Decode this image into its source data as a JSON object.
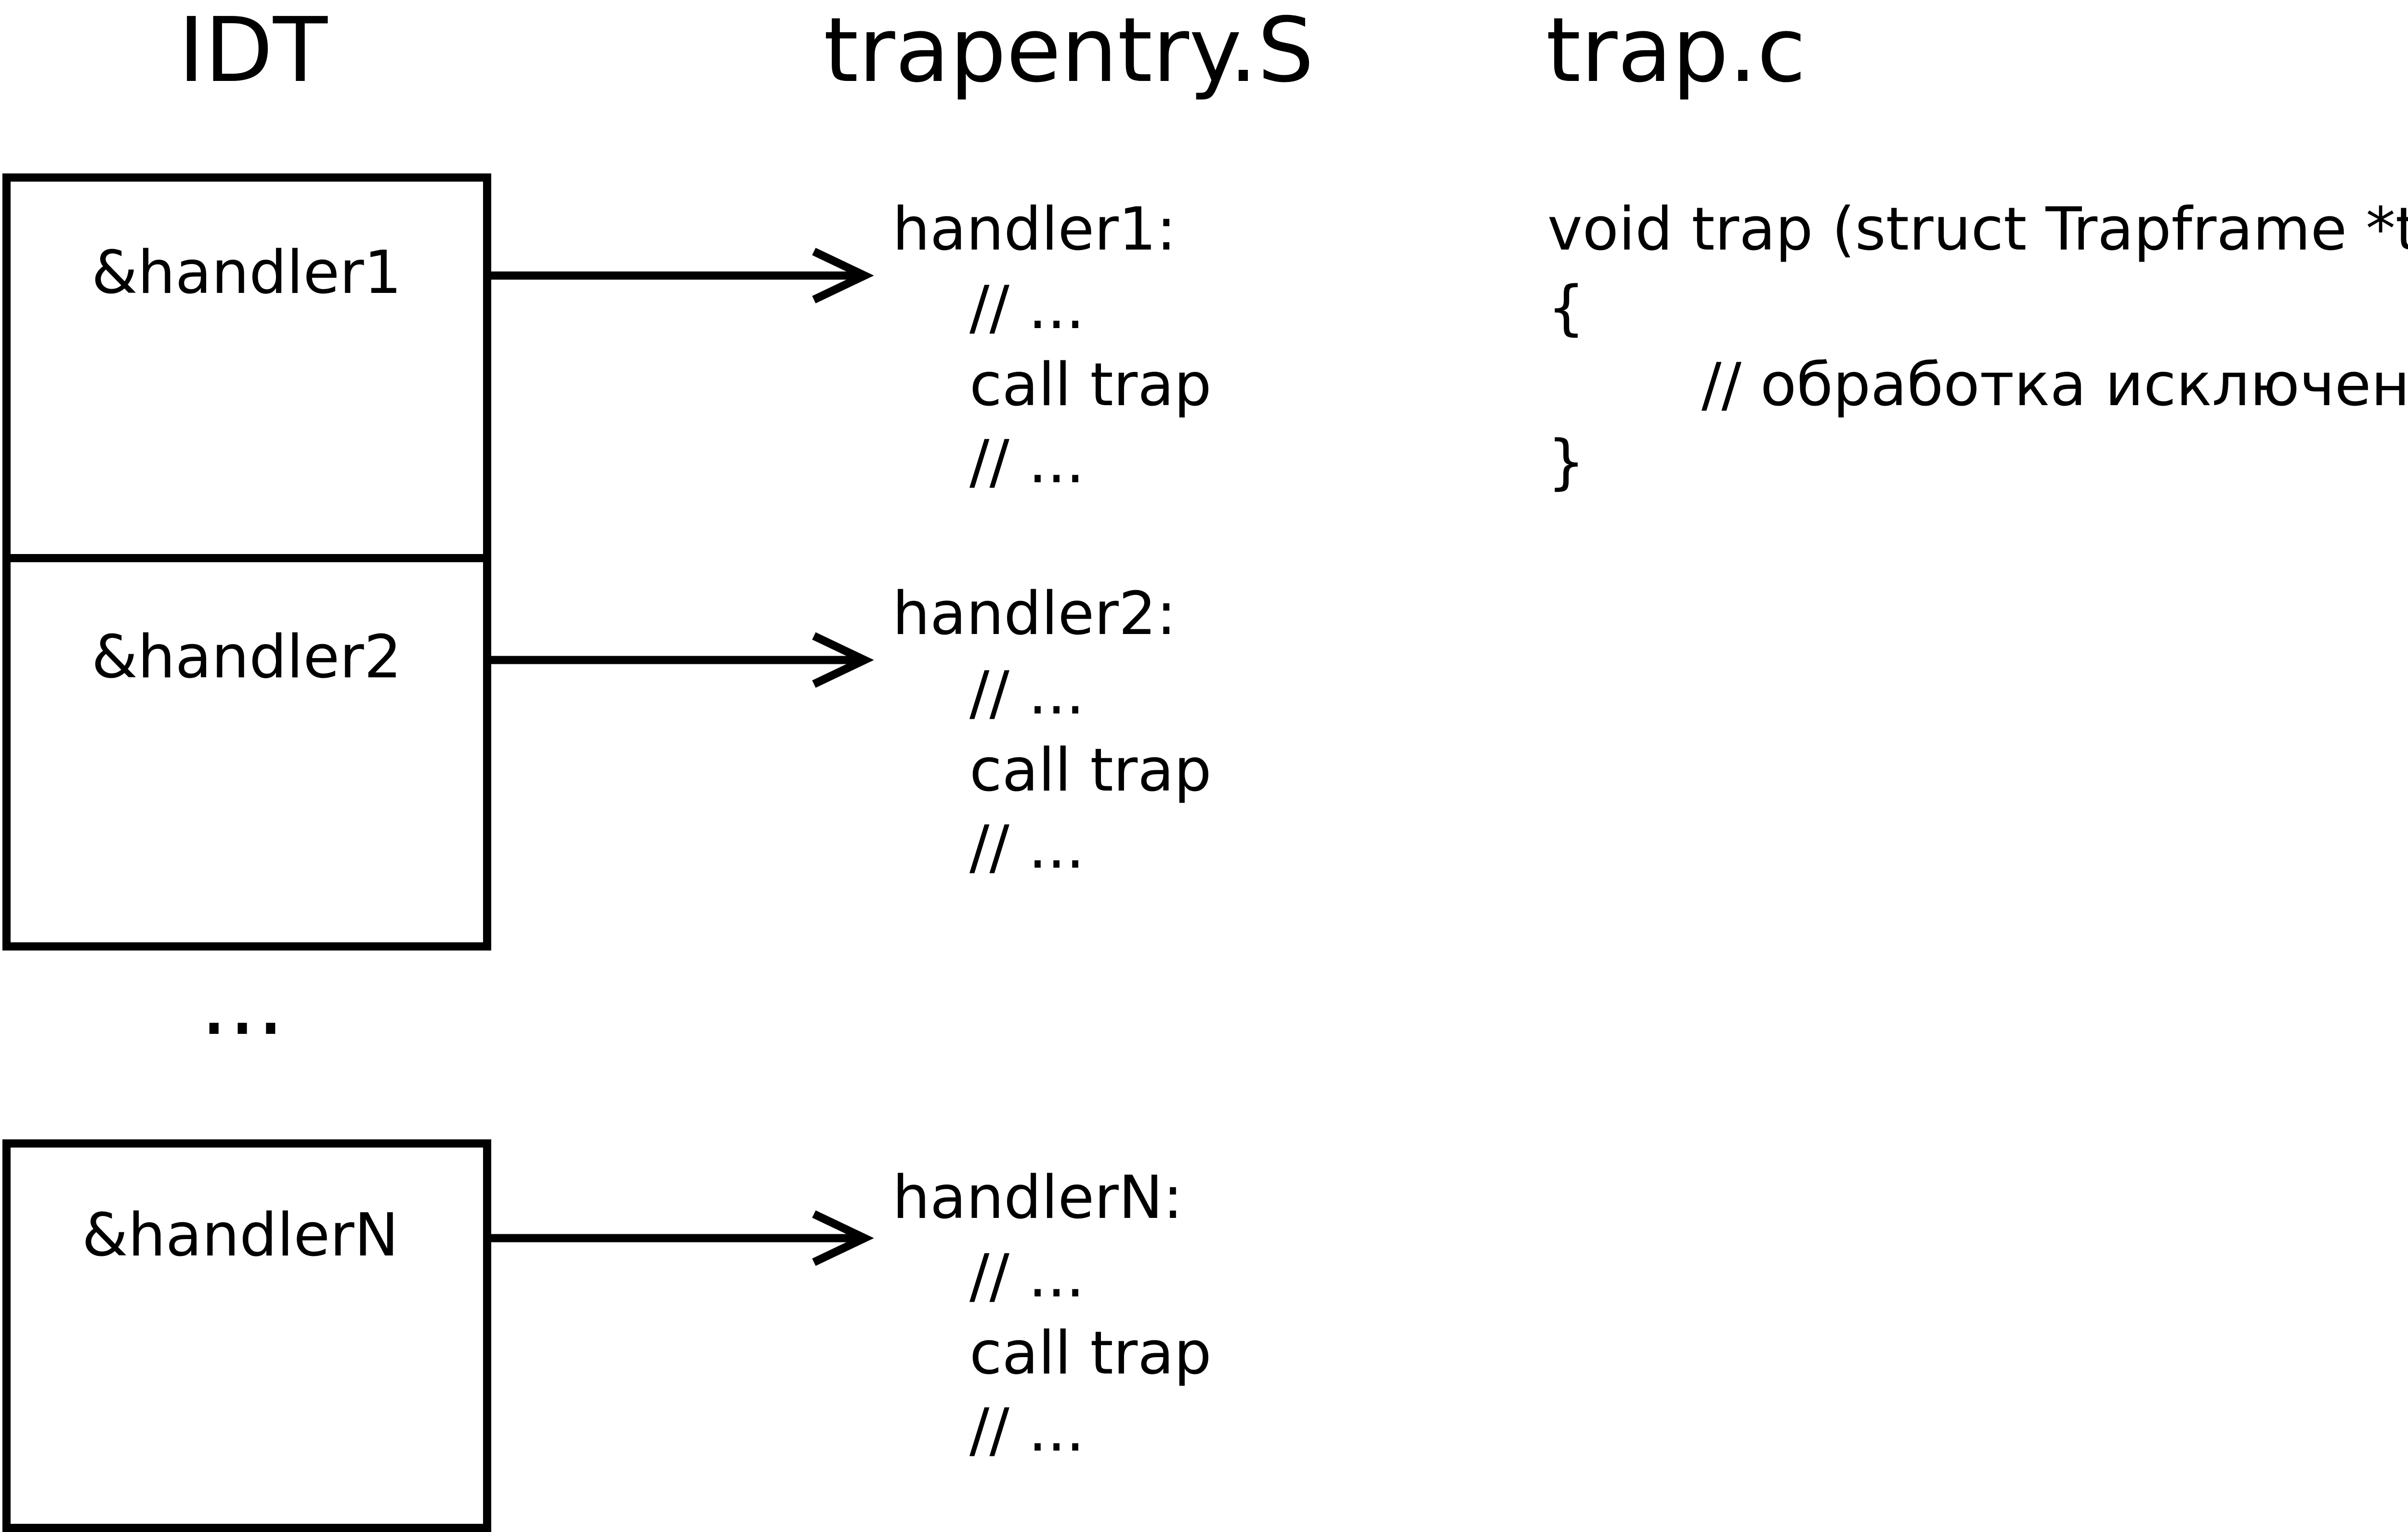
{
  "headings": {
    "idt": "IDT",
    "trapentry": "trapentry.S",
    "trapc": "trap.c"
  },
  "idt_entries": [
    "&handler1",
    "&handler2",
    "&handlerN"
  ],
  "ellipsis": "...",
  "handlers": [
    {
      "label": "handler1:",
      "lines": [
        "// ...",
        "call trap",
        "// ..."
      ]
    },
    {
      "label": "handler2:",
      "lines": [
        "// ...",
        "call trap",
        "// ..."
      ]
    },
    {
      "label": "handlerN:",
      "lines": [
        "// ...",
        "call trap",
        "// ..."
      ]
    }
  ],
  "trap_c": {
    "signature": "void trap (struct Trapframe *tf)",
    "open_brace": "{",
    "comment": "// обработка исключения",
    "close_brace": "}"
  },
  "colors": {
    "line": "#000000",
    "background": "#ffffff"
  }
}
